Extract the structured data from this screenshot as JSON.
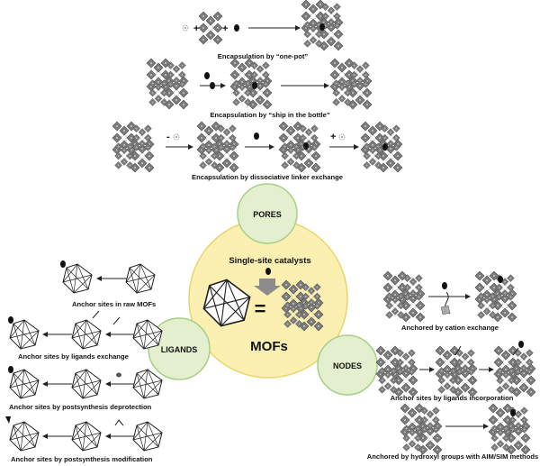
{
  "top": {
    "one_pot": "Encapsulation by “one-pot”",
    "ship": "Encapsulation by “ship in the bottle”",
    "dle": "Encapsulation by dissociative linker exchange",
    "minus": "-",
    "plus": "+"
  },
  "center": {
    "pores": "PORES",
    "ligands": "LIGANDS",
    "nodes": "NODES",
    "single_site": "Single-site catalysts",
    "equals": "=",
    "mofs": "MOFs"
  },
  "left": {
    "raw": "Anchor sites in raw MOFs",
    "exchange": "Anchor sites by ligands exchange",
    "deprotection": "Anchor sites by postsynthesis deprotection",
    "modification": "Anchor sites by postsynthesis modification"
  },
  "right": {
    "cation": "Anchored by cation exchange",
    "incorporation": "Anchor sites by ligands incorporation",
    "hydroxyl": "Anchored by hydroxyl groups with AIM/SIM methods"
  },
  "colors": {
    "circle_green": "#e3efcf",
    "circle_green_border": "#a9cf86",
    "circle_yellow": "#fbf0b2",
    "circle_yellow_border": "#e8d56a",
    "arrow_gray": "#8c8c8c"
  }
}
